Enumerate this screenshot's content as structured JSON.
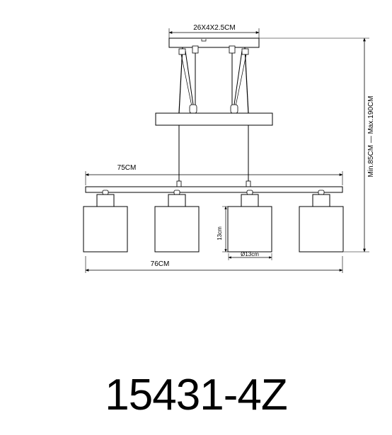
{
  "diagram": {
    "canopy_dimension": "26X4X2.5CM",
    "bar_length_upper": "75CM",
    "bar_length_lower": "76CM",
    "height_range": "Min.85CM — Max.190CM",
    "shade_height": "13cm",
    "shade_diameter": "Ø13cm",
    "lamp_count": 4
  },
  "product": {
    "model": "15431-4Z"
  }
}
